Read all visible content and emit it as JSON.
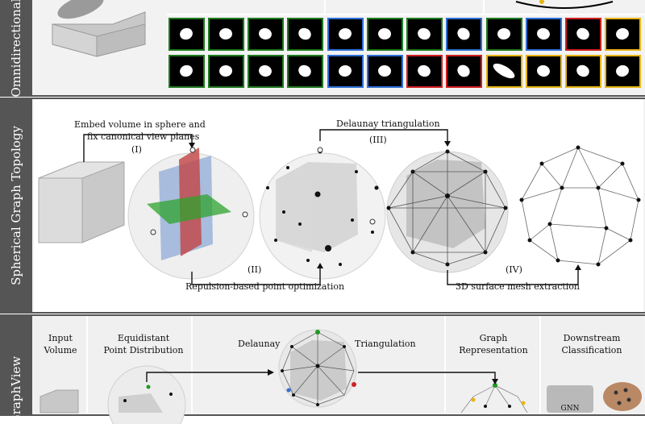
{
  "panels": {
    "top": {
      "label": "Omnidirectional"
    },
    "middle": {
      "label": "Spherical Graph Topology",
      "annotations": {
        "embed_line1": "Embed  volume in sphere and",
        "embed_line2": "fix canonical view planes",
        "step1": "(I)",
        "delaunay": "Delaunay triangulation",
        "step3": "(III)",
        "step2": "(II)",
        "repulsion": "Repulsion-based point optimization",
        "step4": "(IV)",
        "surface": "3D surface mesh extraction"
      }
    },
    "bottom": {
      "label": "GraphView",
      "annotations": {
        "input_volume": "Input\nVolume",
        "equidistant": "Equidistant\nPoint Distribution",
        "delaunay": "Delaunay",
        "triangulation": "Triangulation",
        "graph_rep": "Graph\nRepresentation",
        "downstream": "Downstream\nClassification",
        "gnn": "GNN"
      }
    }
  },
  "view_thumbnails": {
    "border_colors": {
      "green": "#1f7a1f",
      "blue": "#2f6fd6",
      "red": "#d21f1f",
      "yellow": "#e7b416"
    }
  }
}
